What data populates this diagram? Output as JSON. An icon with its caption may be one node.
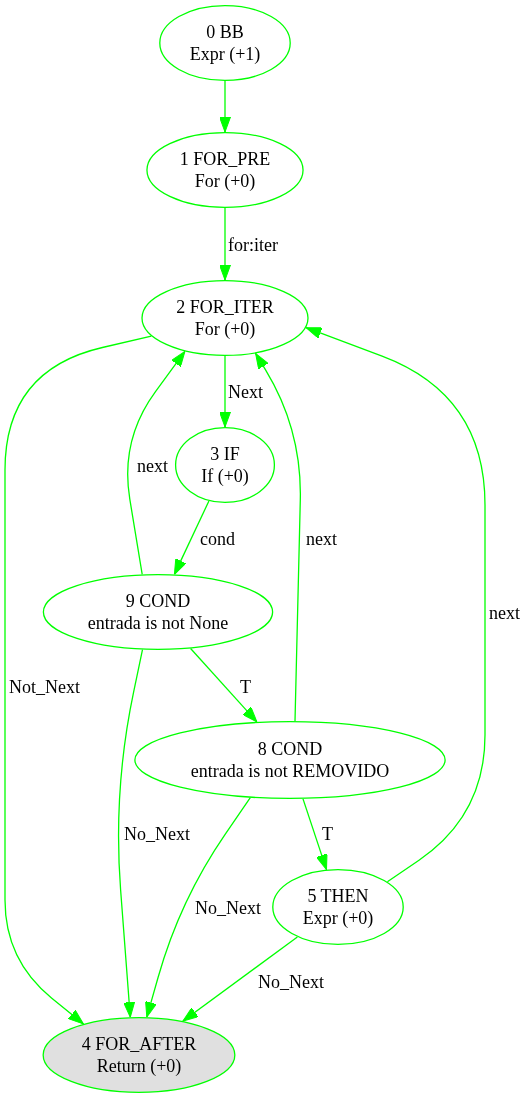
{
  "diagram": {
    "nodes": [
      {
        "text": [
          "0 BB",
          "Expr (+1)"
        ]
      },
      {
        "text": [
          "1 FOR_PRE",
          "For (+0)"
        ]
      },
      {
        "text": [
          "2 FOR_ITER",
          "For (+0)"
        ]
      },
      {
        "text": [
          "3 IF",
          "If (+0)"
        ]
      },
      {
        "text": [
          "9 COND",
          "entrada is not None"
        ]
      },
      {
        "text": [
          "8 COND",
          "entrada is not REMOVIDO"
        ]
      },
      {
        "text": [
          "5 THEN",
          "Expr (+0)"
        ]
      },
      {
        "text": [
          "4 FOR_AFTER",
          "Return (+0)"
        ]
      }
    ],
    "edges": [
      {
        "from": 0,
        "to": 1,
        "arrow": "to"
      },
      {
        "from": 1,
        "to": 2,
        "arrow": "to",
        "label": "for:iter"
      },
      {
        "from": 2,
        "to": 3,
        "arrow": "to",
        "label": "Next"
      },
      {
        "from": 3,
        "to": 4,
        "arrow": "to",
        "label": "cond"
      },
      {
        "from": 4,
        "to": 2,
        "arrow": "to",
        "label": "next"
      },
      {
        "from": 4,
        "to": 5,
        "arrow": "to",
        "label": "T"
      },
      {
        "from": 5,
        "to": 2,
        "arrow": "to",
        "label": "next"
      },
      {
        "from": 5,
        "to": 6,
        "arrow": "to",
        "label": "T"
      },
      {
        "from": 6,
        "to": 2,
        "arrow": "to",
        "label": "next"
      },
      {
        "from": 2,
        "to": 7,
        "arrow": "to",
        "label": "Not_Next"
      },
      {
        "from": 4,
        "to": 7,
        "arrow": "to",
        "label": "No_Next"
      },
      {
        "from": 5,
        "to": 7,
        "arrow": "to",
        "label": "No_Next"
      },
      {
        "from": 6,
        "to": 7,
        "arrow": "to",
        "label": "No_Next"
      }
    ]
  }
}
